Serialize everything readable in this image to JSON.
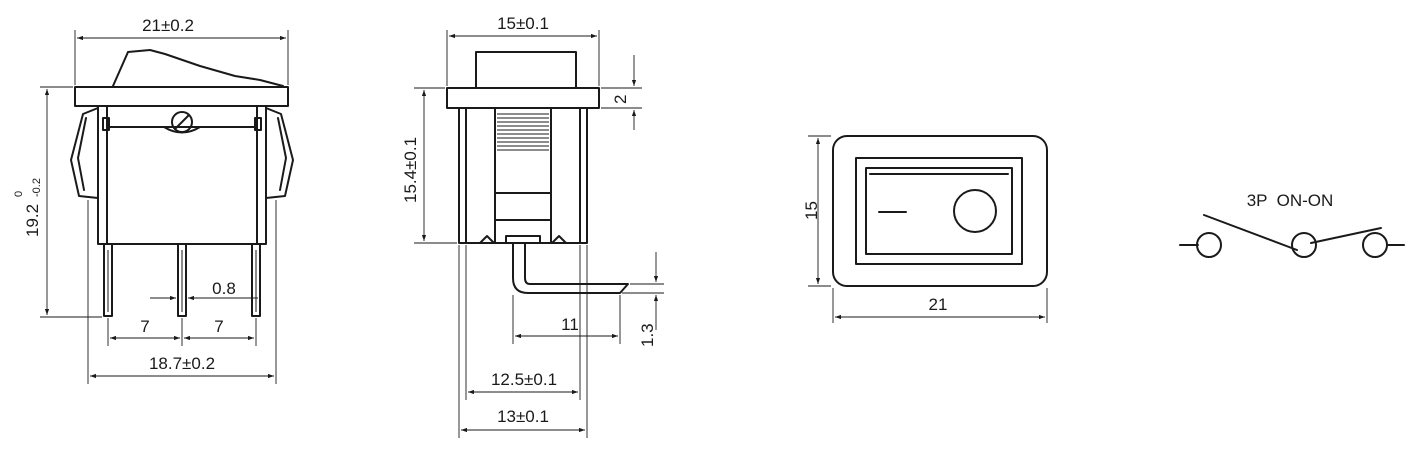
{
  "front_view": {
    "width_top": "21±0.2",
    "height_main": "19.2",
    "height_tol_upper": "0",
    "height_tol_lower": "-0.2",
    "pin_width": "0.8",
    "pin_pitch_left": "7",
    "pin_pitch_right": "7",
    "width_bottom": "18.7±0.2"
  },
  "side_view": {
    "width_top": "15±0.1",
    "flange_thickness": "2",
    "body_height": "15.4±0.1",
    "terminal_reach": "11",
    "terminal_thickness": "1.3",
    "width_mid": "12.5±0.1",
    "width_bottom": "13±0.1"
  },
  "panel_view": {
    "height": "15",
    "width": "21"
  },
  "schematic": {
    "label": "3P  ON-ON"
  }
}
